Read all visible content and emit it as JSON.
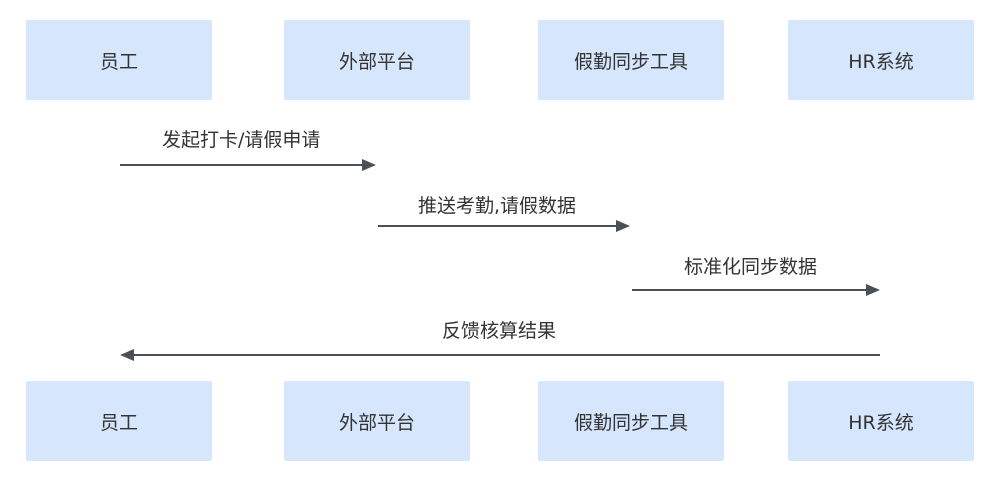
{
  "actors": [
    "员工",
    "外部平台",
    "假勤同步工具",
    "HR系统"
  ],
  "messages": [
    {
      "label": "发起打卡/请假申请",
      "from": "员工",
      "to": "外部平台"
    },
    {
      "label": "推送考勤,请假数据",
      "from": "外部平台",
      "to": "假勤同步工具"
    },
    {
      "label": "标准化同步数据",
      "from": "假勤同步工具",
      "to": "HR系统"
    },
    {
      "label": "反馈核算结果",
      "from": "HR系统",
      "to": "员工"
    }
  ],
  "colors": {
    "actor_fill": "#d6e6fd",
    "arrow": "#4a4f58",
    "text": "#333333"
  }
}
